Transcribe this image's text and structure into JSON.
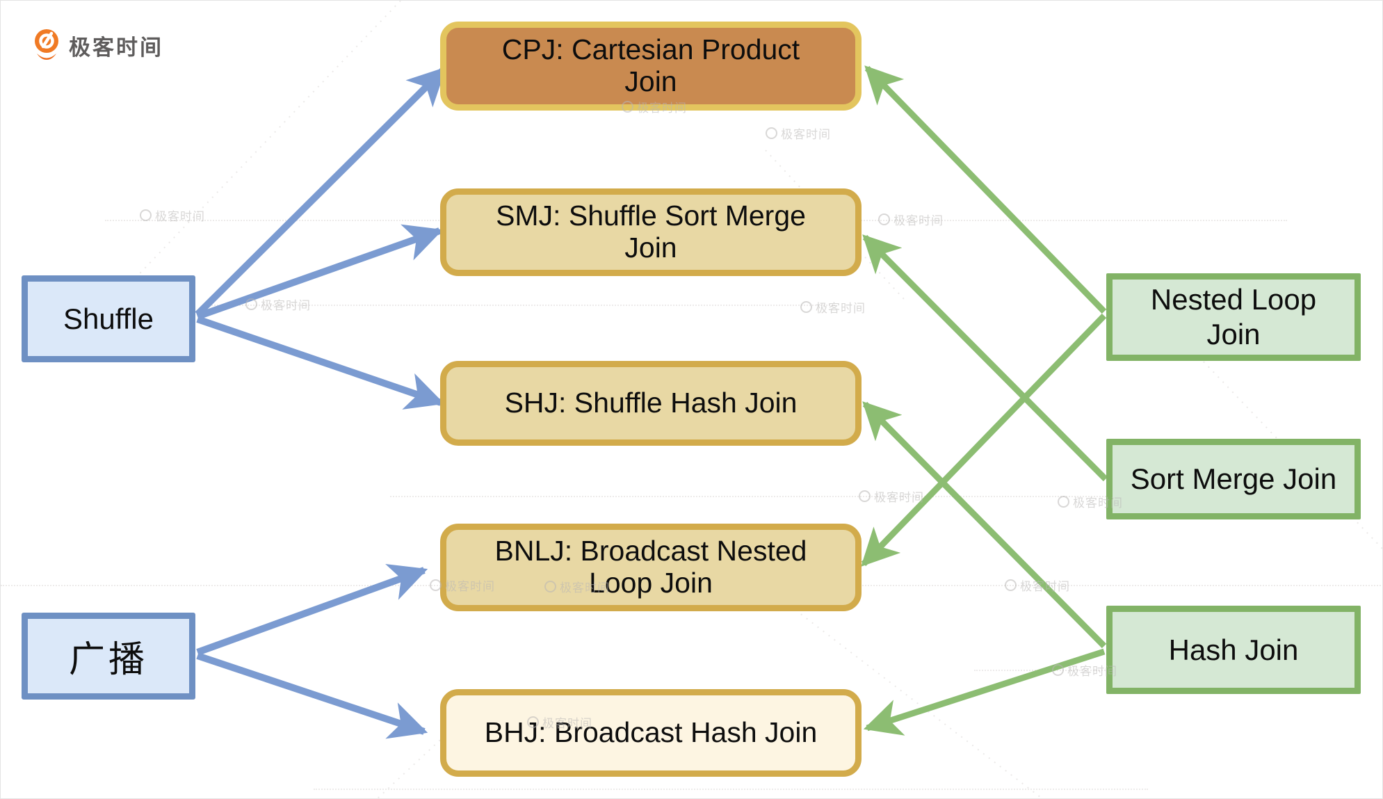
{
  "logo": {
    "text": "极客时间",
    "icon": "geektime-pin-icon",
    "icon_color": "#f07a24",
    "text_color": "#5e5c5c"
  },
  "watermark": {
    "text": "极客时间",
    "icon": "geektime-logo-icon"
  },
  "diagram": {
    "left_nodes": [
      {
        "id": "shuffle",
        "label": "Shuffle"
      },
      {
        "id": "broadcast",
        "label": "广播"
      }
    ],
    "center_nodes": [
      {
        "id": "cpj",
        "label": "CPJ: Cartesian Product\nJoin"
      },
      {
        "id": "smj",
        "label": "SMJ: Shuffle Sort Merge\nJoin"
      },
      {
        "id": "shj",
        "label": "SHJ: Shuffle Hash Join"
      },
      {
        "id": "bnlj",
        "label": "BNLJ: Broadcast Nested\nLoop Join"
      },
      {
        "id": "bhj",
        "label": "BHJ: Broadcast Hash Join"
      }
    ],
    "right_nodes": [
      {
        "id": "nested-loop-join",
        "label": "Nested Loop\nJoin"
      },
      {
        "id": "sort-merge-join",
        "label": "Sort Merge Join"
      },
      {
        "id": "hash-join",
        "label": "Hash Join"
      }
    ],
    "edges": [
      {
        "from": "Shuffle",
        "to": "CPJ: Cartesian Product Join",
        "color": "#7b9bd1"
      },
      {
        "from": "Shuffle",
        "to": "SMJ: Shuffle Sort Merge Join",
        "color": "#7b9bd1"
      },
      {
        "from": "Shuffle",
        "to": "SHJ: Shuffle Hash Join",
        "color": "#7b9bd1"
      },
      {
        "from": "广播",
        "to": "BNLJ: Broadcast Nested Loop Join",
        "color": "#7b9bd1"
      },
      {
        "from": "广播",
        "to": "BHJ: Broadcast Hash Join",
        "color": "#7b9bd1"
      },
      {
        "from": "Nested Loop Join",
        "to": "CPJ: Cartesian Product Join",
        "color": "#8cbd72"
      },
      {
        "from": "Nested Loop Join",
        "to": "BNLJ: Broadcast Nested Loop Join",
        "color": "#8cbd72"
      },
      {
        "from": "Sort Merge Join",
        "to": "SMJ: Shuffle Sort Merge Join",
        "color": "#8cbd72"
      },
      {
        "from": "Hash Join",
        "to": "SHJ: Shuffle Hash Join",
        "color": "#8cbd72"
      },
      {
        "from": "Hash Join",
        "to": "BHJ: Broadcast Hash Join",
        "color": "#8cbd72"
      }
    ],
    "colors": {
      "blue_node_fill": "#dbe8f9",
      "blue_node_border": "#6e90c3",
      "tan_node_fill": "#e8d8a4",
      "gold_border": "#d2ab4b",
      "orange_node_fill": "#c98a50",
      "orange_node_border": "#e3c55e",
      "cream_node_fill": "#fdf5e2",
      "green_node_fill": "#d5e8d4",
      "green_node_border": "#82b366",
      "blue_arrow": "#7b9bd1",
      "green_arrow": "#8cbd72"
    }
  }
}
